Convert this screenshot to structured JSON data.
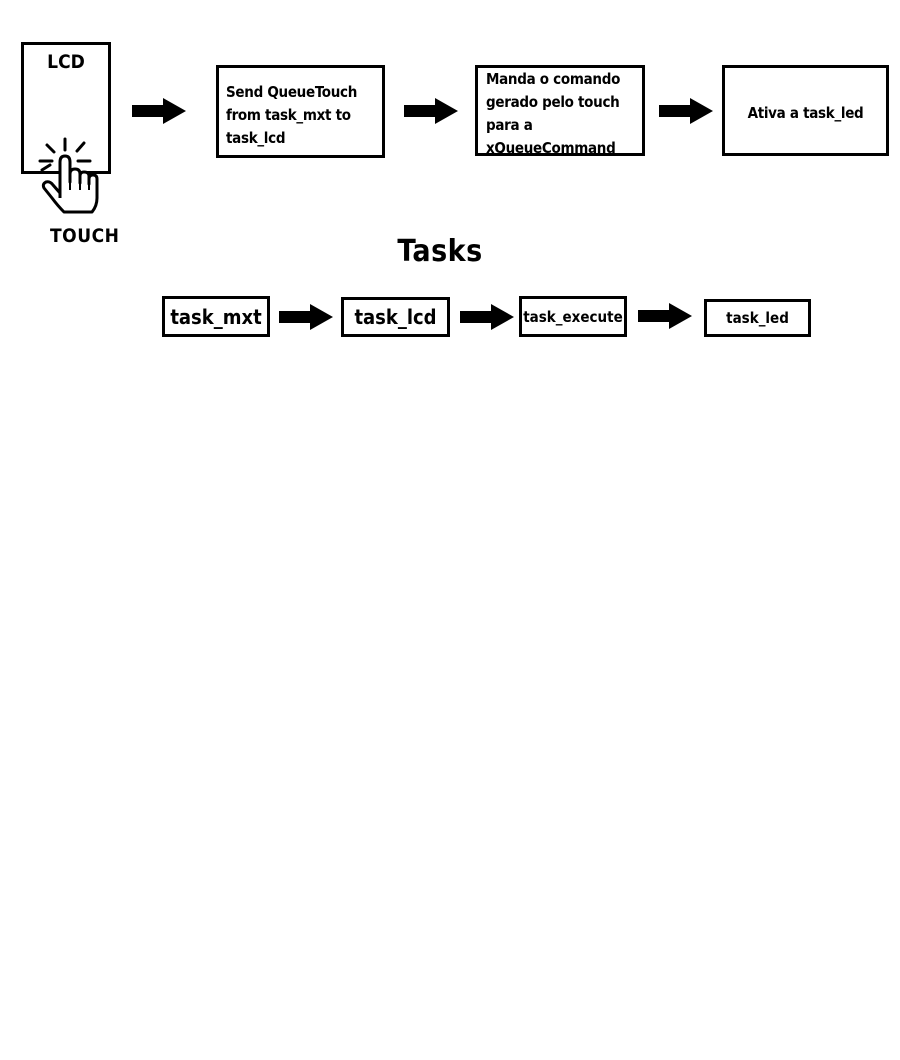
{
  "lcd": {
    "label": "LCD",
    "touch_label": "TOUCH"
  },
  "flow_steps": [
    {
      "lines": [
        "Send QueueTouch",
        "from task_mxt to",
        "task_lcd"
      ]
    },
    {
      "lines": [
        "Manda o comando",
        "gerado pelo touch",
        "para a",
        "xQueueCommand"
      ]
    },
    {
      "lines": [
        "Ativa a task_led"
      ]
    }
  ],
  "tasks_title": "Tasks",
  "tasks": [
    "task_mxt",
    "task_lcd",
    "task_execute",
    "task_led"
  ],
  "colors": {
    "stroke": "#000000",
    "background": "#ffffff"
  },
  "icons": {
    "touch": "hand-pointer-icon",
    "arrow": "right-arrow-icon"
  }
}
